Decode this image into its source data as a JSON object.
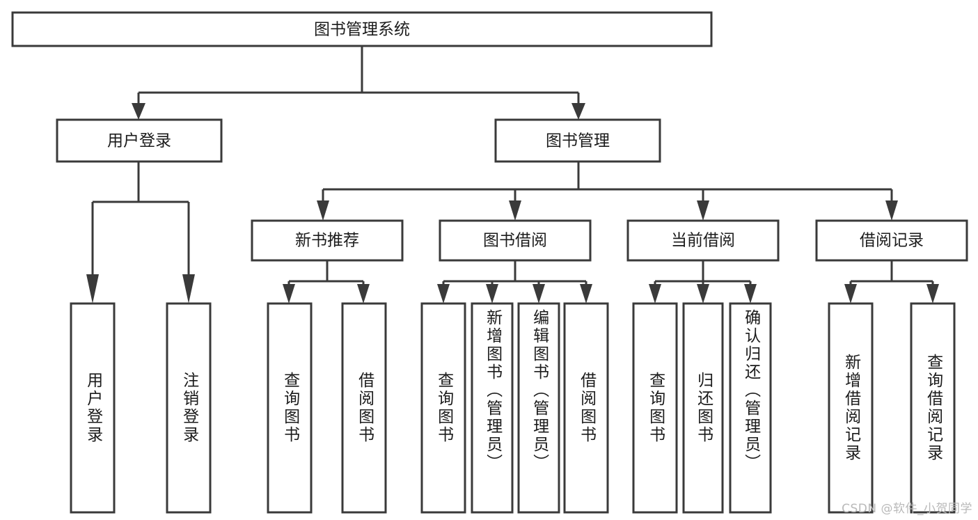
{
  "diagram": {
    "type": "tree-hierarchy",
    "title": "图书管理系统",
    "watermark": "CSDN @软件_小贺同学",
    "colors": {
      "stroke": "#3a3a3a",
      "fill": "#ffffff",
      "text": "#1b1b1b",
      "watermark": "#b9b9b9",
      "background": "#ffffff"
    },
    "root": {
      "label": "图书管理系统"
    },
    "level2": [
      {
        "label": "用户登录"
      },
      {
        "label": "图书管理"
      }
    ],
    "level3": [
      {
        "label": "新书推荐"
      },
      {
        "label": "图书借阅"
      },
      {
        "label": "当前借阅"
      },
      {
        "label": "借阅记录"
      }
    ],
    "leaves": {
      "user_login": [
        {
          "label": "用户登录"
        },
        {
          "label": "注销登录"
        }
      ],
      "new_book_recommend": [
        {
          "label": "查询图书"
        },
        {
          "label": "借阅图书"
        }
      ],
      "book_borrow": [
        {
          "label": "查询图书"
        },
        {
          "label": "新增图书（管理员）"
        },
        {
          "label": "编辑图书（管理员）"
        },
        {
          "label": "借阅图书"
        }
      ],
      "current_borrow": [
        {
          "label": "查询图书"
        },
        {
          "label": "归还图书"
        },
        {
          "label": "确认归还（管理员）"
        }
      ],
      "borrow_record": [
        {
          "label": "新增借阅记录"
        },
        {
          "label": "查询借阅记录"
        }
      ]
    }
  }
}
